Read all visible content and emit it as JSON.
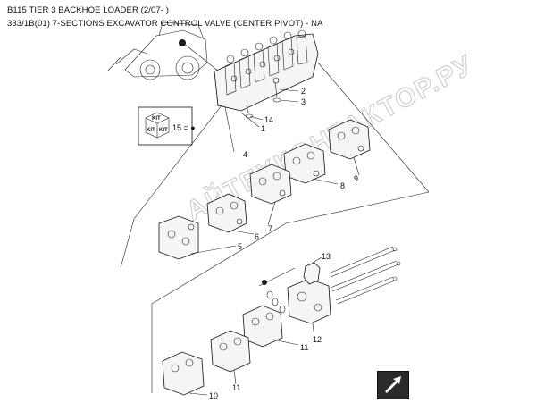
{
  "header": {
    "line1": "B115 TIER 3 BACKHOE LOADER (2/07- )",
    "line2": "333/1B(01) 7-SECTIONS EXCAVATOR CONTROL VALVE (CENTER PIVOT) - NA"
  },
  "kit_box": {
    "kit_label": "KIT",
    "legend": "15 = ●"
  },
  "callouts": {
    "c1": "1",
    "c2": "2",
    "c3": "3",
    "c4": "4",
    "c5": "5",
    "c6": "6",
    "c7": "7",
    "c8": "8",
    "c9": "9",
    "c10": "10",
    "c11a": "11",
    "c11b": "11",
    "c12": "12",
    "c13": "13",
    "c14": "14"
  },
  "watermark": "АЙТЕХКОНТАКТОР.РУ",
  "colors": {
    "ink": "#111111",
    "watermark": "#9a9a9a",
    "nav_arrow_bg": "#2a2a2a"
  },
  "icons": [
    "machine-thumbnail",
    "kit-cube-icon",
    "next-page-arrow-icon"
  ]
}
